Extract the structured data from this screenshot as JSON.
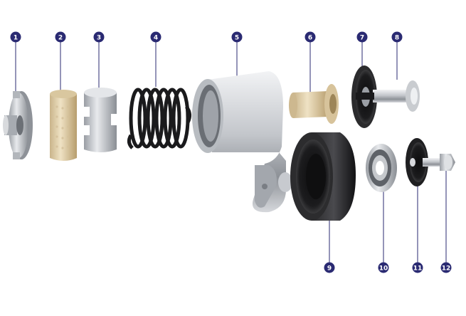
{
  "colors": {
    "callout_fill": "#2a2a72",
    "callout_text": "#ffffff",
    "leader_line": "#2a2a72",
    "background": "#ffffff"
  },
  "callouts": [
    {
      "id": "1",
      "label": "1"
    },
    {
      "id": "2",
      "label": "2"
    },
    {
      "id": "3",
      "label": "3"
    },
    {
      "id": "4",
      "label": "4"
    },
    {
      "id": "5",
      "label": "5"
    },
    {
      "id": "6",
      "label": "6"
    },
    {
      "id": "7",
      "label": "7"
    },
    {
      "id": "8",
      "label": "8"
    },
    {
      "id": "9",
      "label": "9"
    },
    {
      "id": "10",
      "label": "10"
    },
    {
      "id": "11",
      "label": "11"
    },
    {
      "id": "12",
      "label": "12"
    }
  ]
}
